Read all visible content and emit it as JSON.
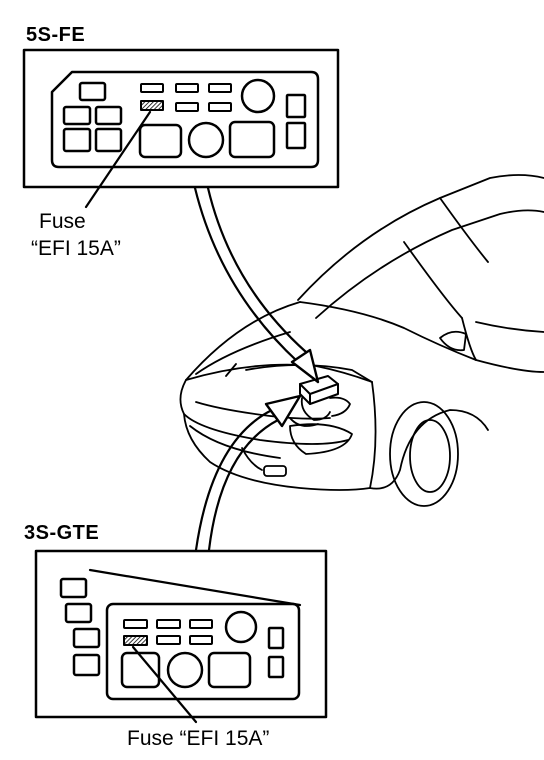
{
  "diagram": {
    "top_box": {
      "engine_label": "5S-FE",
      "fuse_label_line1": "Fuse",
      "fuse_label_line2": "“EFI 15A”"
    },
    "bottom_box": {
      "engine_label": "3S-GTE",
      "fuse_label": "Fuse “EFI 15A”"
    },
    "colors": {
      "ink": "#000000",
      "paper": "#ffffff"
    }
  }
}
